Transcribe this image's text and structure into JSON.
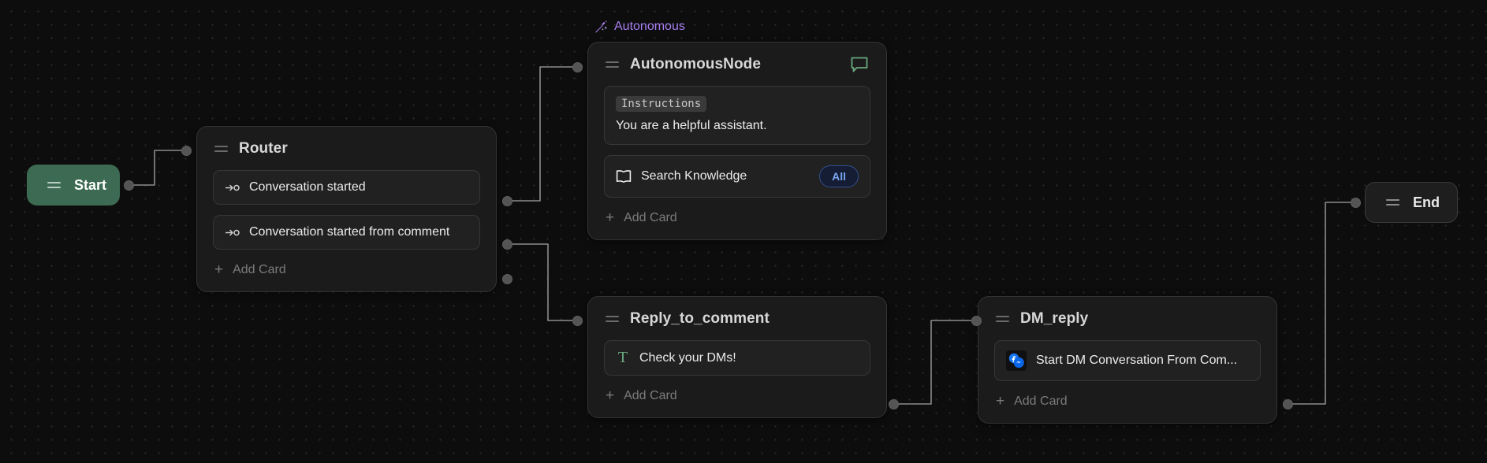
{
  "canvas": {
    "background_color": "#0d0d0d",
    "dot_color": "#2a2a2a",
    "edge_color": "#8c8c8c",
    "port_color": "#545454"
  },
  "start_node": {
    "label": "Start",
    "accent_color": "#3d6a52"
  },
  "end_node": {
    "label": "End"
  },
  "router_node": {
    "title": "Router",
    "cards": [
      {
        "label": "Conversation started",
        "icon": "arrow-to-circle-icon"
      },
      {
        "label": "Conversation started from comment",
        "icon": "arrow-to-circle-icon"
      }
    ],
    "add_card_label": "Add Card",
    "add_card_plus": "+"
  },
  "autonomous_badge": {
    "label": "Autonomous",
    "color": "#a87ff0",
    "icon": "magic-wand-icon"
  },
  "autonomous_node": {
    "title": "AutonomousNode",
    "header_icon": "comment-icon",
    "header_icon_color": "#6aa87f",
    "instructions": {
      "chip_label": "Instructions",
      "text": "You are a helpful assistant."
    },
    "tool_card": {
      "label": "Search Knowledge",
      "icon": "book-icon",
      "badge": "All",
      "badge_color": "#7aa6f0"
    },
    "add_card_label": "Add Card",
    "add_card_plus": "+"
  },
  "reply_node": {
    "title": "Reply_to_comment",
    "cards": [
      {
        "label": "Check your DMs!",
        "icon": "text-t-icon",
        "icon_color": "#6aa87f"
      }
    ],
    "add_card_label": "Add Card",
    "add_card_plus": "+"
  },
  "dm_node": {
    "title": "DM_reply",
    "cards": [
      {
        "label": "Start DM Conversation From Com...",
        "icon": "facebook-messenger-icon"
      }
    ],
    "add_card_label": "Add Card",
    "add_card_plus": "+"
  }
}
